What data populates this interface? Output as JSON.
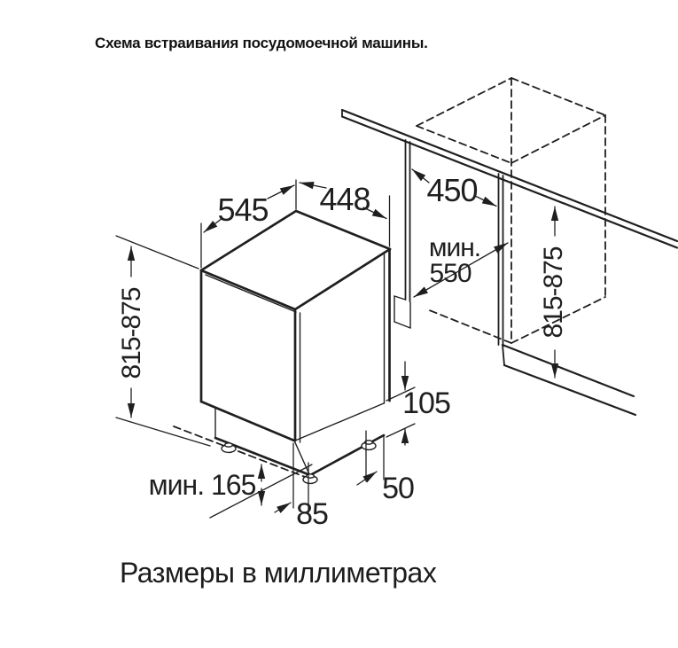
{
  "page": {
    "title": "Схема встраивания посудомоечной машины.",
    "caption": "Размеры в миллиметрах"
  },
  "dimensions": {
    "top_depth": "545",
    "top_width": "448",
    "niche_width": "450",
    "niche_depth_line1": "мин.",
    "niche_depth_line2": "550",
    "appliance_height": "815-875",
    "niche_height": "815-875",
    "plinth_height": "105",
    "side_clearance": "50",
    "base_min": "мин. 165",
    "foot_offset": "85"
  },
  "colors": {
    "line": "#1f1f1f",
    "background": "#ffffff"
  }
}
